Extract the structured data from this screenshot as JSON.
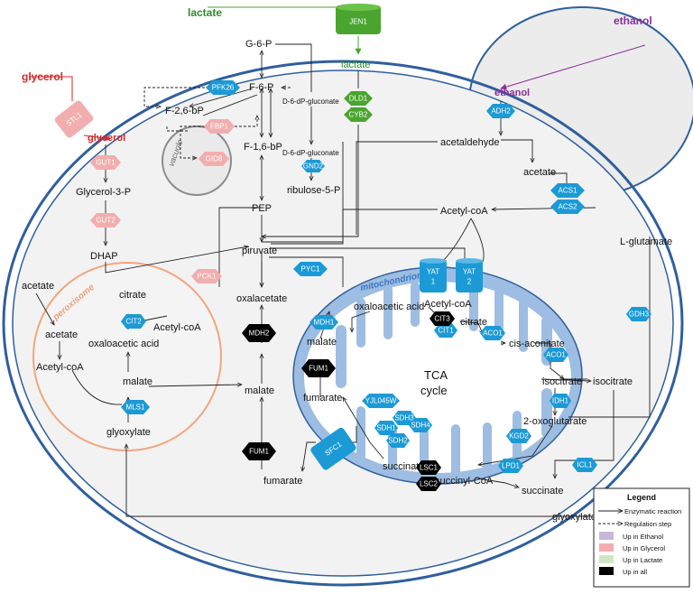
{
  "metabolites": {
    "lactate_out": "lactate",
    "lactate_in": "lactate",
    "ethanol_out": "ethanol",
    "ethanol_in": "ethanol",
    "glycerol_out": "glycerol",
    "glycerol_in": "glycerol",
    "g6p": "G-6-P",
    "f6p": "F-6-P",
    "f26bp": "F-2,6-bP",
    "f16bp": "F-1,6-bP",
    "d6dpg_1": "D-6-dP-gluconate",
    "d6dpg_2": "D-6-dP-gluconate",
    "ribulose5p": "ribulose-5-P",
    "glycerol3p": "Glycerol-3-P",
    "dhap": "DHAP",
    "pep": "PEP",
    "pyruvate": "piruvate",
    "acetaldehyde": "acetaldehyde",
    "acetate_cyto": "acetate",
    "acetylcoa_cyto": "Acetyl-coA",
    "oxalacetate": "oxalacetate",
    "malate_cyto": "malate",
    "fumarate_cyto": "fumarate",
    "acetate_left": "acetate",
    "acetate_perox": "acetate",
    "acetylcoa_perox": "Acetyl-coA",
    "citrate_perox": "citrate",
    "acetylcoa_perox2": "Acetyl-coA",
    "oaa_perox": "oxaloacetic acid",
    "malate_perox": "malate",
    "glyoxylate_perox": "glyoxylate",
    "glyoxylate_bottom": "glyoxylate",
    "lglutamate": "L-glutamate",
    "isocitrate_cyto": "isocitrate",
    "succinate_cyto": "succinate",
    "acetylcoa_mito": "Acetyl-coA",
    "oaa_mito": "oxaloacetic acid",
    "citrate_mito": "citrate",
    "cisaconitate": "cis-aconitate",
    "isocitrate_mito": "isocitrate",
    "oxoglutarate": "2-oxoglutarate",
    "succinylcoa": "succinyl-CoA",
    "succinate_mito": "succinate",
    "fumarate_mito": "fumarate",
    "malate_mito": "malate",
    "tca": "TCA",
    "cycle": "cycle"
  },
  "compartments": {
    "mitochondrion": "mitochondrion",
    "peroxisome": "peroxisome",
    "vacuole": "vacuole"
  },
  "enzymes": {
    "jen1": "JEN1",
    "dld1": "DLD1",
    "cyb2": "CYB2",
    "stl1": "STL1",
    "pfk26": "PFK26",
    "fbp1": "FBP1",
    "gid8": "GID8",
    "gnd2": "GND2",
    "gut1": "GUT1",
    "gut2": "GUT2",
    "adh2": "ADH2",
    "acs1": "ACS1",
    "acs2": "ACS2",
    "pck1": "PCK1",
    "pyc1": "PYC1",
    "mdh2": "MDH2",
    "fum1_cyto": "FUM1",
    "cit2": "CIT2",
    "mls1": "MLS1",
    "yat1": "YAT\n1",
    "yat2": "YAT\n2",
    "cit3": "CIT3",
    "cit1": "CIT1",
    "aco1_mito": "ACO1",
    "mdh1": "MDH1",
    "fum1_mito": "FUM1",
    "yjl045w": "YJL045W",
    "sdh3": "SDH3",
    "sdh1": "SDH1",
    "sdh4": "SDH4",
    "sdh2": "SDH2",
    "sfc1": "SFC1",
    "lsc1": "LSC1",
    "lsc2": "LSC2",
    "kgd2": "KGD2",
    "lpd1": "LPD1",
    "aco1_cyto": "ACO1",
    "idh1": "IDH1",
    "icl1": "ICL1",
    "gdh3": "GDH3"
  },
  "legend": {
    "title": "Legend",
    "items": [
      {
        "label": "Enzymatic reaction",
        "kind": "arrow"
      },
      {
        "label": "Regulation step",
        "kind": "dashed-arrow"
      },
      {
        "label": "Up in Ethanol",
        "color": "#c8b7da"
      },
      {
        "label": "Up in Glycerol",
        "color": "#f2aeae"
      },
      {
        "label": "Up in Lactate",
        "color": "#cfe6c5"
      },
      {
        "label": "Up in all",
        "color": "#000000"
      }
    ]
  },
  "colors": {
    "blue_enzyme": "#1b9ad6",
    "pink_enzyme": "#f2aeae",
    "green_enzyme": "#4aa52e",
    "black_enzyme": "#000000",
    "lactate_text": "#2e8b2e",
    "ethanol_text": "#8b2f9c",
    "glycerol_text": "#d42a2a",
    "perox_text": "#f0a07a"
  }
}
